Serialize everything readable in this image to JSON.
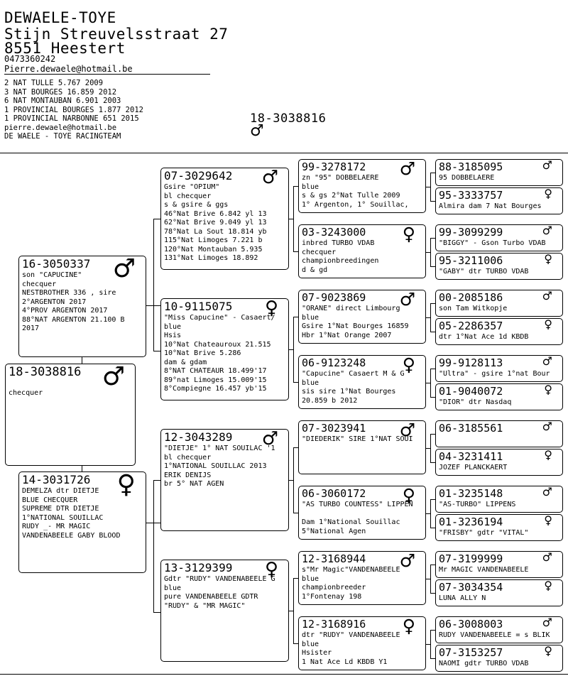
{
  "header": {
    "name": "DEWAELE-TOYE",
    "street": "Stijn Streuvelsstraat 27",
    "city": "8551 Heestert",
    "phone": "0473360242",
    "email": "Pierre.dewaele@hotmail.be",
    "results": [
      "2 NAT TULLE 5.767  2009",
      "3 NAT BOURGES 16.859 2012",
      "6 NAT MONTAUBAN 6.901 2003",
      "1 PROVINCIAL BOURGES 1.877 2012",
      "1 PROVINCIAL NARBONNE 651 2015",
      "pierre.dewaele@hotmail.be",
      "DE WAELE - TOYE RACINGTEAM"
    ],
    "ring": "18-3038816",
    "sex_symbol": "♂"
  },
  "pigeons": {
    "p1": {
      "ring": "18-3038816",
      "sex": "♂",
      "lines": [
        "",
        "checquer"
      ]
    },
    "p2": {
      "ring": "16-3050337",
      "sex": "♂",
      "lines": [
        "son \"CAPUCINE\"",
        "checquer",
        "NESTBROTHER 336 , sire",
        "2°ARGENTON 2017",
        "4°PROV ARGENTON 2017",
        "88°NAT ARGENTON 21.100 B",
        "2017"
      ]
    },
    "p3": {
      "ring": "14-3031726",
      "sex": "♀",
      "lines": [
        "DEMELZA dtr DIETJE",
        "BLUE CHECQUER",
        "SUPREME DTR DIETJE",
        "1°NATIONAL SOUILLAC",
        "RUDY _- MR MAGIC",
        "VANDENABEELE GABY BLOOD"
      ]
    },
    "p4": {
      "ring": "07-3029642",
      "sex": "♂",
      "lines": [
        "Gsire \"OPIUM\"",
        "bl checquer",
        "s & gsire & ggs",
        "46°Nat Brive 6.842 yl 13",
        "62°Nat Brive 9.049 yl 13",
        "78°Nat La Sout 18.814 yb",
        "115°Nat Limoges 7.221 b",
        "120°Nat Montauban 5.935",
        "131°Nat Limoges 18.892"
      ]
    },
    "p5": {
      "ring": "10-9115075",
      "sex": "♀",
      "lines": [
        "\"Miss Capucine\" - Casaert/",
        "blue",
        "Hsis",
        "10°Nat Chateauroux 21.515",
        "10°Nat Brive 5.286",
        "dam & gdam",
        "8°NAT CHATEAUR 18.499'17",
        "89°nat Limoges 15.009'15",
        "8°Compiegne 16.457 yb'15"
      ]
    },
    "p6": {
      "ring": "12-3043289",
      "sex": "♂",
      "lines": [
        "\"DIETJE\" 1° NAT SOUILAC '1",
        "bl checquer",
        "1°NATIONAL SOUILLAC 2013",
        "     ERIK DENIJS",
        "br 5° NAT AGEN"
      ]
    },
    "p7": {
      "ring": "13-3129399",
      "sex": "♀",
      "lines": [
        "Gdtr \"RUDY\" VANDENABEELE G",
        "blue",
        "pure VANDENABEELE GDTR",
        "\"RUDY\" & \"MR MAGIC\""
      ]
    },
    "p8": {
      "ring": "99-3278172",
      "sex": "♂",
      "lines": [
        "zn \"95\" DOBBELAERE",
        "blue",
        "s & gs 2°Nat Tulle 2009",
        "1° Argenton, 1° Souillac,"
      ]
    },
    "p9": {
      "ring": "03-3243000",
      "sex": "♀",
      "lines": [
        "inbred TURBO VDAB",
        "checquer",
        "championbreedingen",
        "d & gd"
      ]
    },
    "p10": {
      "ring": "07-9023869",
      "sex": "♂",
      "lines": [
        "\"ORANE\" direct Limbourg",
        "blue",
        "Gsire 1°Nat Bourges 16859",
        "Hbr 1°Nat Orange 2007"
      ]
    },
    "p11": {
      "ring": "06-9123248",
      "sex": "♀",
      "lines": [
        "\"Capucine\" Casaert M & G",
        "blue",
        "sis sire 1°Nat Bourges",
        "20.859 b 2012"
      ]
    },
    "p12": {
      "ring": "07-3023941",
      "sex": "♂",
      "lines": [
        "\"DIEDERIK\" SIRE 1°NAT SOUI"
      ]
    },
    "p13": {
      "ring": "06-3060172",
      "sex": "♀",
      "lines": [
        "\"AS TURBO COUNTESS\" LIPPEN",
        "",
        "Dam 1°National Souillac",
        "    5°National Agen"
      ]
    },
    "p14": {
      "ring": "12-3168944",
      "sex": "♂",
      "lines": [
        "s\"Mr Magic\"VANDENABEELE",
        "blue",
        "championbreeder",
        "1°Fontenay 198"
      ]
    },
    "p15": {
      "ring": "12-3168916",
      "sex": "♀",
      "lines": [
        "dtr \"RUDY\" VANDENABEELE",
        "blue",
        "Hsister",
        "1 Nat Ace Ld KBDB Y1"
      ]
    },
    "p16": {
      "ring": "88-3185095",
      "sex": "♂",
      "lines": [
        "95 DOBBELAERE"
      ]
    },
    "p17": {
      "ring": "95-3333757",
      "sex": "♀",
      "lines": [
        "Almira dam 7 Nat Bourges"
      ]
    },
    "p18": {
      "ring": "99-3099299",
      "sex": "♂",
      "lines": [
        "\"BIGGY\" - Gson Turbo VDAB"
      ]
    },
    "p19": {
      "ring": "95-3211006",
      "sex": "♀",
      "lines": [
        "\"GABY\" dtr TURBO VDAB"
      ]
    },
    "p20": {
      "ring": "00-2085186",
      "sex": "♂",
      "lines": [
        "son  Tam Witkopje"
      ]
    },
    "p21": {
      "ring": "05-2286357",
      "sex": "♀",
      "lines": [
        "dtr 1°Nat Ace 1d KBDB"
      ]
    },
    "p22": {
      "ring": "99-9128113",
      "sex": "♂",
      "lines": [
        "\"Ultra\" - gsire 1°nat Bour"
      ]
    },
    "p23": {
      "ring": "01-9040072",
      "sex": "♀",
      "lines": [
        "\"DIOR\" dtr Nasdaq"
      ]
    },
    "p24": {
      "ring": "06-3185561",
      "sex": "♂",
      "lines": [
        ""
      ]
    },
    "p25": {
      "ring": "04-3231411",
      "sex": "♀",
      "lines": [
        "JOZEF PLANCKAERT"
      ]
    },
    "p26": {
      "ring": "01-3235148",
      "sex": "♂",
      "lines": [
        "\"AS-TURBO\" LIPPENS"
      ]
    },
    "p27": {
      "ring": "01-3236194",
      "sex": "♀",
      "lines": [
        "\"FRISBY\" gdtr \"VITAL\""
      ]
    },
    "p28": {
      "ring": "07-3199999",
      "sex": "♂",
      "lines": [
        "Mr MAGIC VANDENABEELE"
      ]
    },
    "p29": {
      "ring": "07-3034354",
      "sex": "♀",
      "lines": [
        "LUNA ALLY N"
      ]
    },
    "p30": {
      "ring": "06-3008003",
      "sex": "♂",
      "lines": [
        "RUDY VANDENABEELE = s BLIK"
      ]
    },
    "p31": {
      "ring": "07-3153257",
      "sex": "♀",
      "lines": [
        "NAOMI gdtr TURBO VDAB"
      ]
    }
  }
}
